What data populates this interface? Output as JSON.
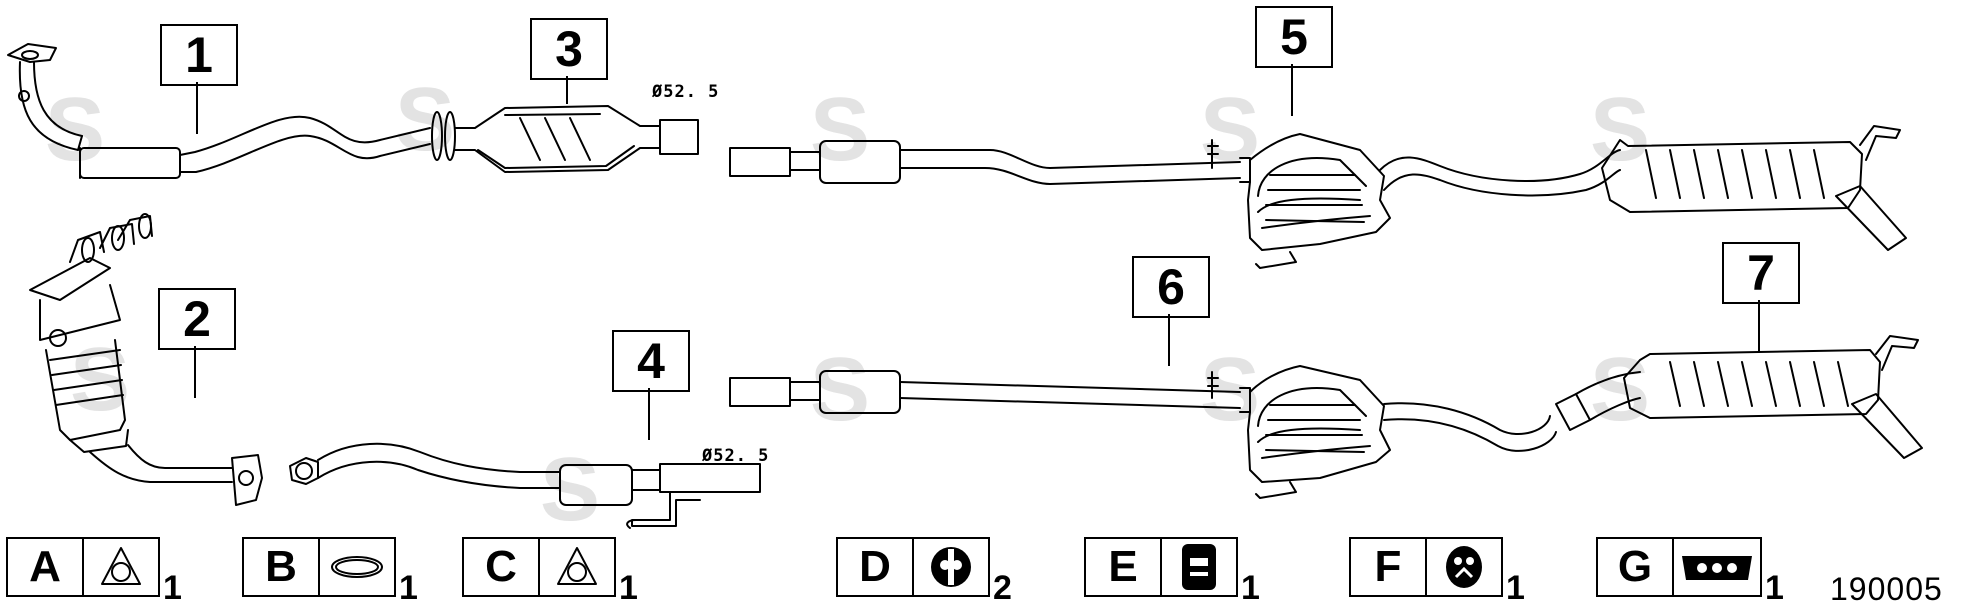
{
  "callouts": [
    {
      "id": "1",
      "label": "1"
    },
    {
      "id": "2",
      "label": "2"
    },
    {
      "id": "3",
      "label": "3"
    },
    {
      "id": "4",
      "label": "4"
    },
    {
      "id": "5",
      "label": "5"
    },
    {
      "id": "6",
      "label": "6"
    },
    {
      "id": "7",
      "label": "7"
    }
  ],
  "dimensions": {
    "pipe_top": "Ø52. 5",
    "pipe_bottom": "Ø52. 5"
  },
  "legend": [
    {
      "letter": "A",
      "qty": "1",
      "icon": "triangular-flange-gasket-icon"
    },
    {
      "letter": "B",
      "qty": "1",
      "icon": "ring-gasket-icon"
    },
    {
      "letter": "C",
      "qty": "1",
      "icon": "triangular-flange-gasket-icon"
    },
    {
      "letter": "D",
      "qty": "2",
      "icon": "rubber-hanger-icon"
    },
    {
      "letter": "E",
      "qty": "1",
      "icon": "rubber-mount-icon"
    },
    {
      "letter": "F",
      "qty": "1",
      "icon": "rubber-hanger-icon"
    },
    {
      "letter": "G",
      "qty": "1",
      "icon": "rubber-strap-icon"
    }
  ],
  "figure_number": "190005",
  "colors": {
    "line": "#000000",
    "watermark": "#d9d9d9",
    "background": "#ffffff"
  }
}
